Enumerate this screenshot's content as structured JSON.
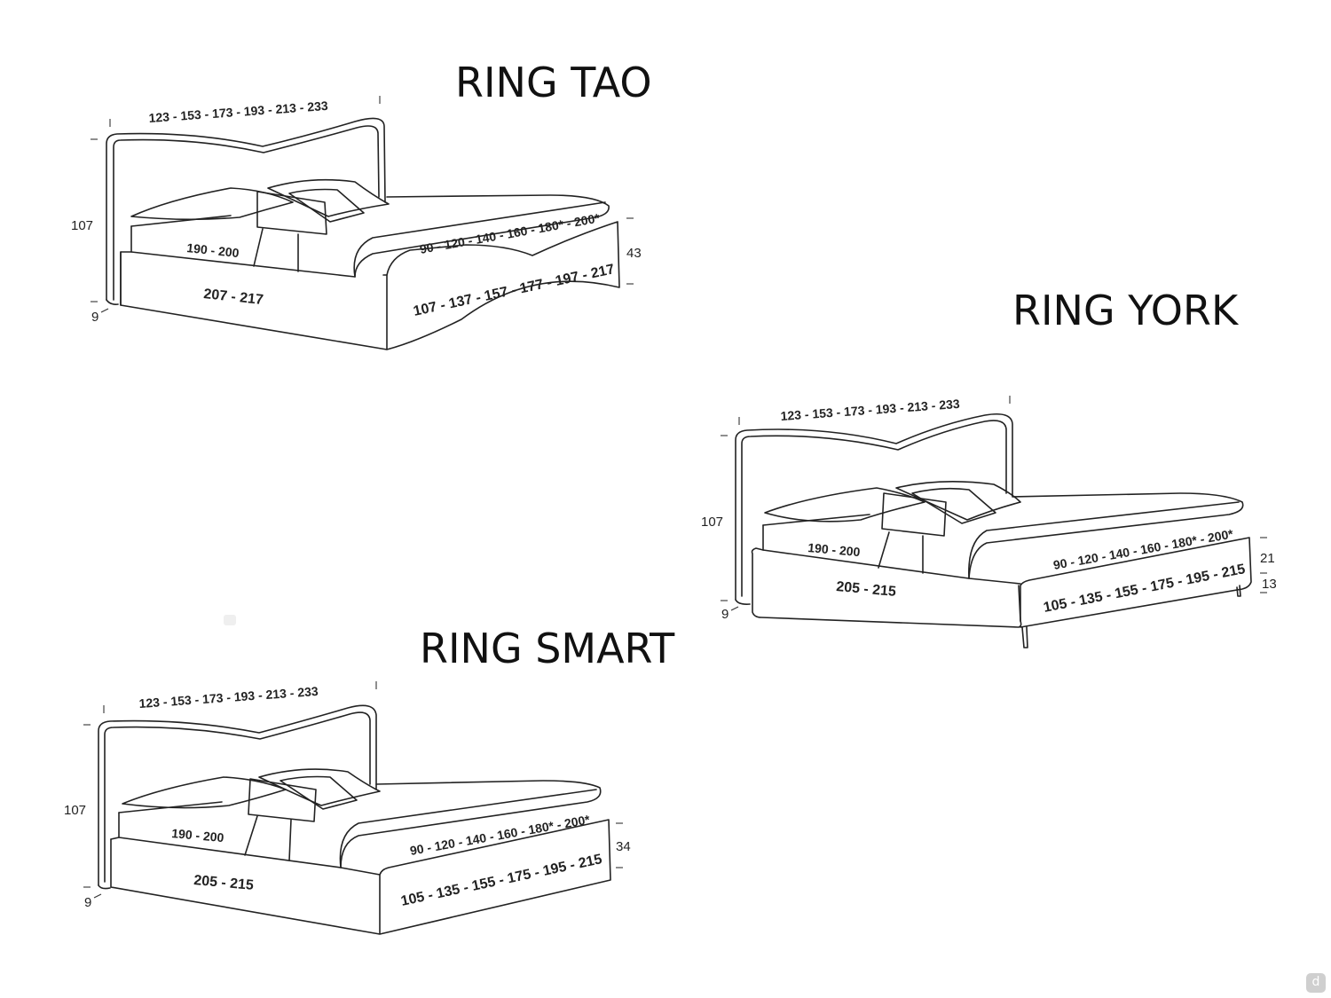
{
  "diagrams": {
    "tao": {
      "title": "RING TAO",
      "width_label": "123 - 153 - 173 - 193 - 213 - 233",
      "height_label": "107",
      "foot_label": "9",
      "mattress_length_label": "190 - 200",
      "mattress_width_label": "90 - 120 - 140 - 160 - 180* - 200*",
      "frame_length_label": "207 - 217",
      "frame_width_label": "107 - 137 - 157 - 177 - 197 - 217",
      "frame_height_label": "43"
    },
    "york": {
      "title": "RING YORK",
      "width_label": "123 - 153 - 173 - 193 - 213 - 233",
      "height_label": "107",
      "foot_label": "9",
      "mattress_length_label": "190 - 200",
      "mattress_width_label": "90 - 120 - 140 - 160 - 180* - 200*",
      "frame_length_label": "205 - 215",
      "frame_width_label": "105 - 135 - 155 - 175 - 195 - 215",
      "frame_height_label": "21",
      "leg_height_label": "13"
    },
    "smart": {
      "title": "RING SMART",
      "width_label": "123 - 153 - 173 - 193 - 213 - 233",
      "height_label": "107",
      "foot_label": "9",
      "mattress_length_label": "190 - 200",
      "mattress_width_label": "90 - 120 - 140 - 160 - 180* - 200*",
      "frame_length_label": "205 - 215",
      "frame_width_label": "105 - 135 - 155 - 175 - 195 - 215",
      "frame_height_label": "34"
    }
  },
  "logo": {
    "icon": "d-logo-icon",
    "glyph": "d"
  }
}
